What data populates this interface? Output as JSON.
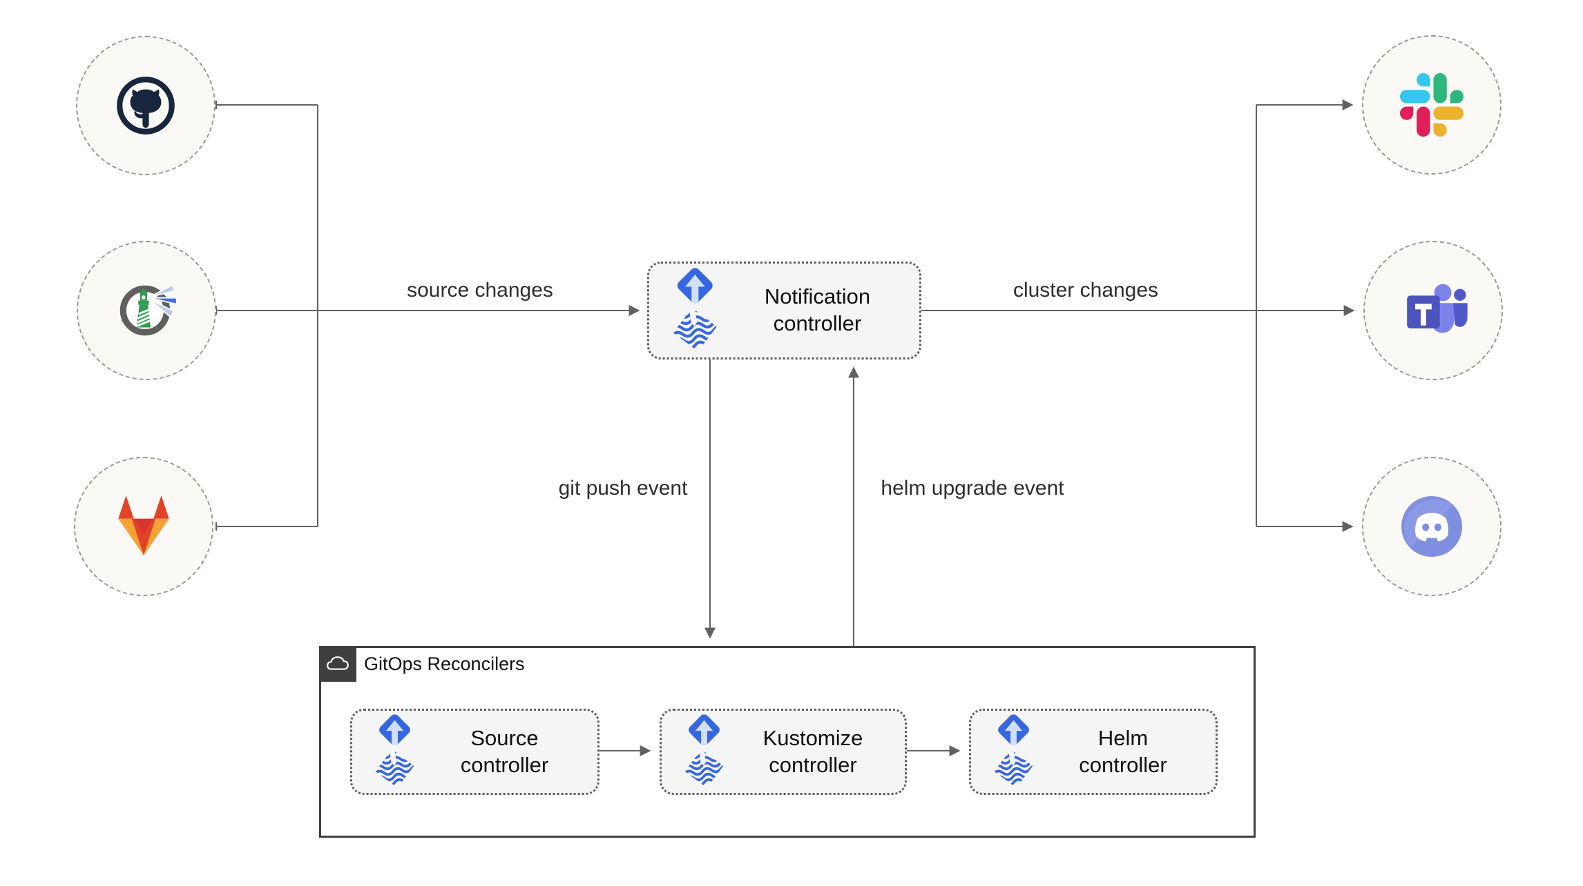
{
  "diagram": {
    "sources": [
      {
        "icon": "github"
      },
      {
        "icon": "harbor"
      },
      {
        "icon": "gitlab"
      }
    ],
    "alert_providers": [
      {
        "icon": "slack"
      },
      {
        "icon": "microsoft-teams"
      },
      {
        "icon": "discord"
      }
    ],
    "nodes": {
      "notification": {
        "label": "Notification controller"
      },
      "reconcilers": [
        {
          "label": "Source controller"
        },
        {
          "label": "Kustomize controller"
        },
        {
          "label": "Helm controller"
        }
      ]
    },
    "group": {
      "title": "GitOps Reconcilers"
    },
    "edges": {
      "source_changes": "source changes",
      "cluster_changes": "cluster changes",
      "git_push_event": "git push event",
      "helm_upgrade_event": "helm upgrade event"
    },
    "colors": {
      "flux_blue": "#3767e0",
      "flux_arrow_light": "#cfe0f8",
      "wire_grey": "#616161",
      "node_fill": "#f5f5f5",
      "node_border": "#5d5d5d",
      "bubble_fill": "#faf9f6",
      "bubble_border": "#9a9a9a",
      "group_border": "#3f3f3f",
      "github_dark": "#17263c",
      "gitlab_red": "#e24329",
      "gitlab_orange": "#f8a235",
      "slack_blue": "#36c5f0",
      "slack_green": "#2eb67d",
      "slack_yellow": "#ecb22e",
      "slack_red": "#e01e5a",
      "teams_purple": "#4b53bc",
      "discord_blurple": "#7f8fe0",
      "harbor_green": "#2f9e4e"
    }
  }
}
